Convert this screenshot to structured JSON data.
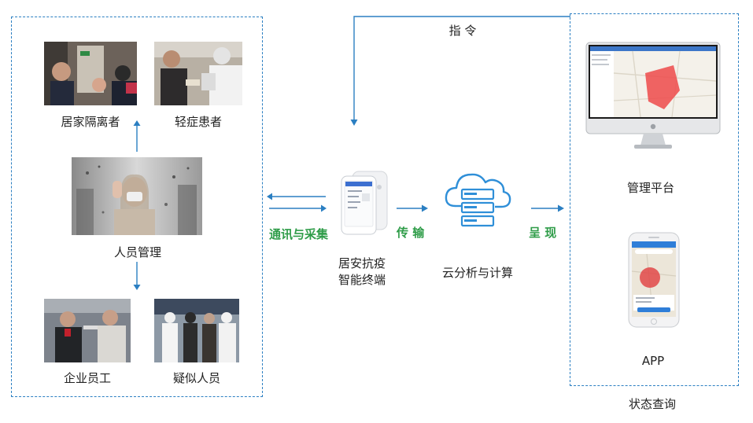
{
  "left_panel": {
    "top_left_label": "居家隔离者",
    "top_right_label": "轻症患者",
    "center_label": "人员管理",
    "bottom_left_label": "企业员工",
    "bottom_right_label": "疑似人员"
  },
  "middle": {
    "comm_label": "通讯与采集",
    "device_label_line1": "居安抗疫",
    "device_label_line2": "智能终端",
    "transfer_label": "传 输",
    "cloud_label": "云分析与计算",
    "present_label": "呈 现",
    "command_label": "指 令"
  },
  "right_panel": {
    "platform_label": "管理平台",
    "app_label": "APP",
    "query_label": "状态查询"
  },
  "colors": {
    "accent_blue": "#2b7fc2",
    "label_green": "#2e9c48"
  }
}
